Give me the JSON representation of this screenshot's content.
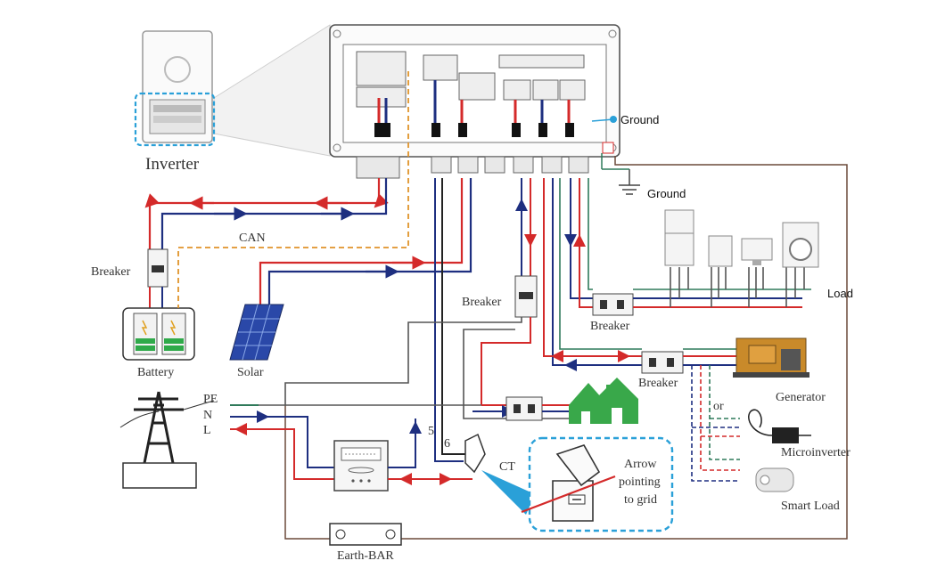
{
  "labels": {
    "inverter": "Inverter",
    "ground_top": "Ground",
    "ground_mid": "Ground",
    "can": "CAN",
    "breaker_battery": "Breaker",
    "battery": "Battery",
    "solar": "Solar",
    "breaker_center": "Breaker",
    "breaker_load": "Breaker",
    "breaker_gen": "Breaker",
    "load": "Load",
    "generator": "Generator",
    "or": "or",
    "microinverter": "Microinverter",
    "smart_load": "Smart Load",
    "pe": "PE",
    "n": "N",
    "l": "L",
    "ct": "CT",
    "wire5": "5",
    "wire6": "6",
    "arrow_note": [
      "Arrow",
      "pointing",
      "to grid"
    ],
    "earth_bar": "Earth-BAR"
  },
  "colors": {
    "line_red": "#d42a2a",
    "line_blue": "#1e2f80",
    "line_dark": "#222222",
    "line_green": "#2f7a5a",
    "line_brown": "#6b4a3a",
    "can_orange": "#e0932a",
    "callout_blue": "#2aa0d8",
    "house_green": "#39a84a",
    "battery_green": "#2faa4a"
  },
  "icons": [
    "inverter-icon",
    "battery-icon",
    "solar-panel-icon",
    "grid-tower-icon",
    "meter-icon",
    "house-icon",
    "generator-icon",
    "microinverter-icon",
    "smart-load-icon",
    "fridge-icon",
    "heater-icon",
    "monitor-icon",
    "washing-machine-icon",
    "ct-clamp-icon",
    "earth-bar-icon",
    "ground-symbol-icon"
  ]
}
